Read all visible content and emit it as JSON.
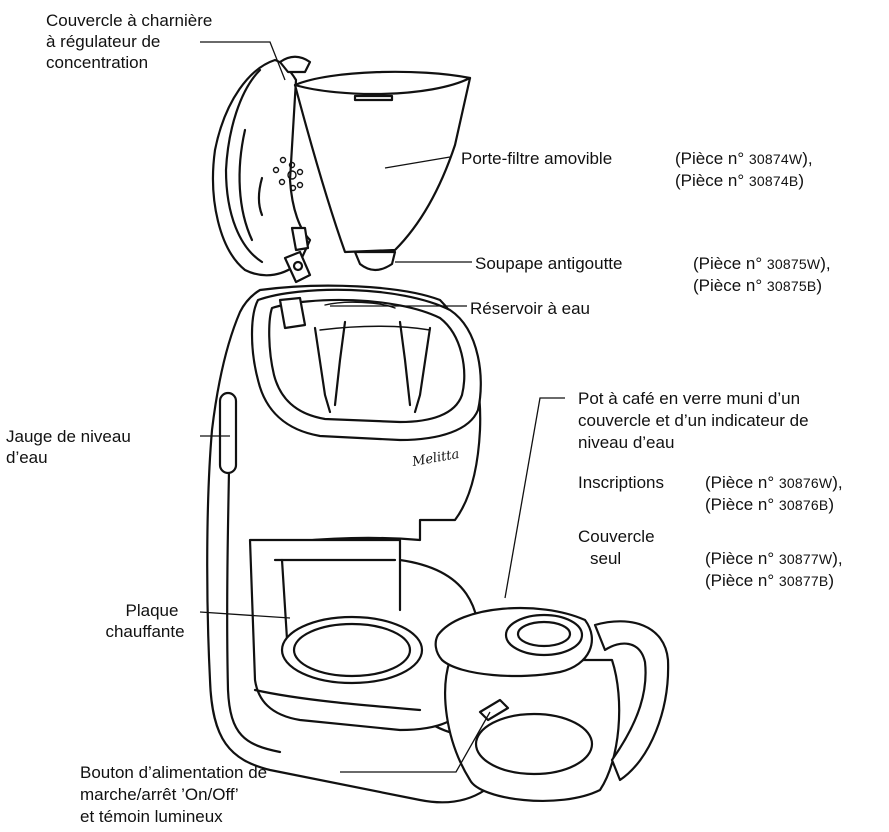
{
  "labels": {
    "lid": [
      "Couvercle à charnière",
      "à régulateur de",
      "concentration"
    ],
    "filter_holder": {
      "name": "Porte-filtre amovible",
      "part_w": {
        "text": "(Pièce n° ",
        "num": "30874W",
        "end": "),"
      },
      "part_b": {
        "text": "(Pièce n° ",
        "num": "30874B",
        "end": ")"
      }
    },
    "valve": {
      "name": "Soupape antigoutte",
      "part_w": {
        "text": "(Pièce n° ",
        "num": "30875W",
        "end": "),"
      },
      "part_b": {
        "text": "(Pièce n° ",
        "num": "30875B",
        "end": ")"
      }
    },
    "reservoir": "Réservoir à eau",
    "gauge": [
      "Jauge de niveau",
      "d’eau"
    ],
    "carafe": {
      "lines": [
        "Pot à café en verre muni d’un",
        "couvercle et d’un indicateur de",
        "niveau d’eau"
      ],
      "inscriptions": "Inscriptions",
      "inscr_w": {
        "text": "(Pièce n° ",
        "num": "30876W",
        "end": "),"
      },
      "inscr_b": {
        "text": "(Pièce n° ",
        "num": "30876B",
        "end": ")"
      },
      "cover": [
        "Couvercle",
        "seul"
      ],
      "cover_w": {
        "text": "(Pièce n° ",
        "num": "30877W",
        "end": "),"
      },
      "cover_b": {
        "text": "(Pièce n° ",
        "num": "30877B",
        "end": ")"
      }
    },
    "hotplate": [
      "Plaque",
      "chauffante"
    ],
    "switch": [
      "Bouton d’alimentation de",
      "marche/arrêt ’On/Off’",
      "et témoin lumineux"
    ],
    "brand": "Melitta"
  }
}
